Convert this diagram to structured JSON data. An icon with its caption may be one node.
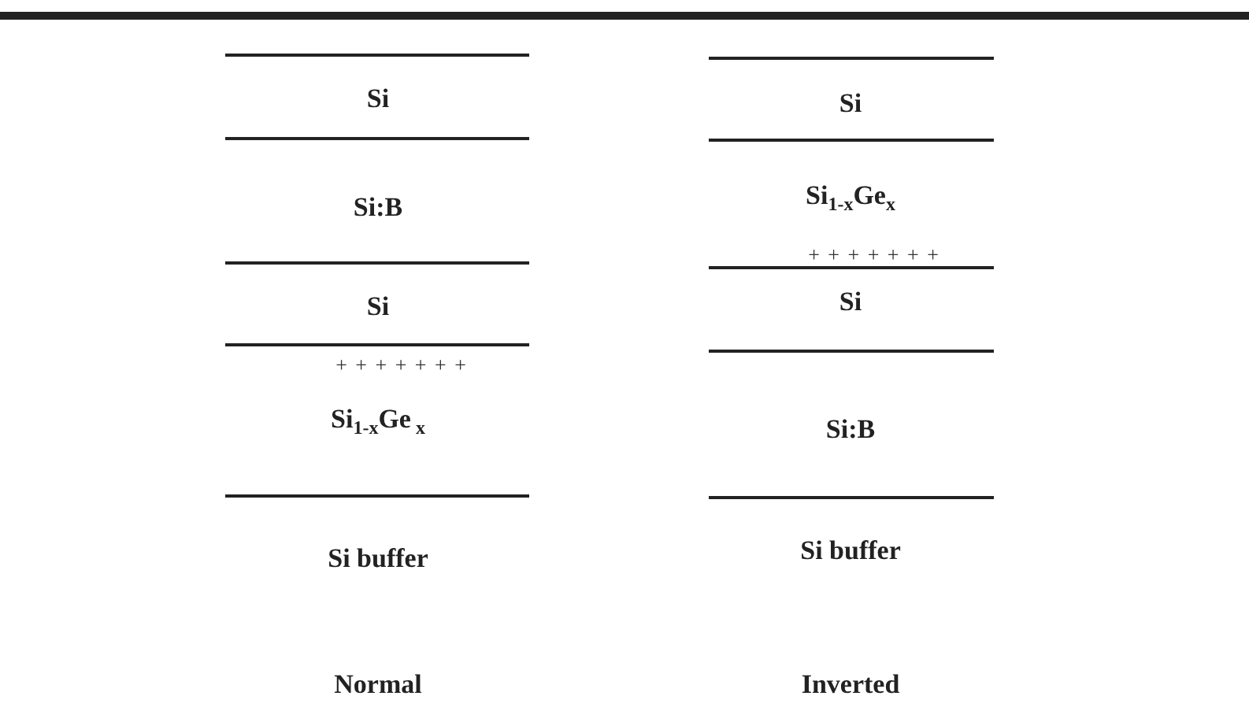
{
  "diagram": {
    "labels": [
      "Si",
      "Si:B",
      "Si",
      "+ + + + + + +",
      "Si$_{1-x}$Ge$_{ x}$",
      "Si buffer",
      "Normal",
      "Si",
      "Si$_{1-x}$Ge$_{x}$",
      "+ + + + + + +",
      "Si",
      "Si:B",
      "Si buffer",
      "Inverted"
    ]
  }
}
